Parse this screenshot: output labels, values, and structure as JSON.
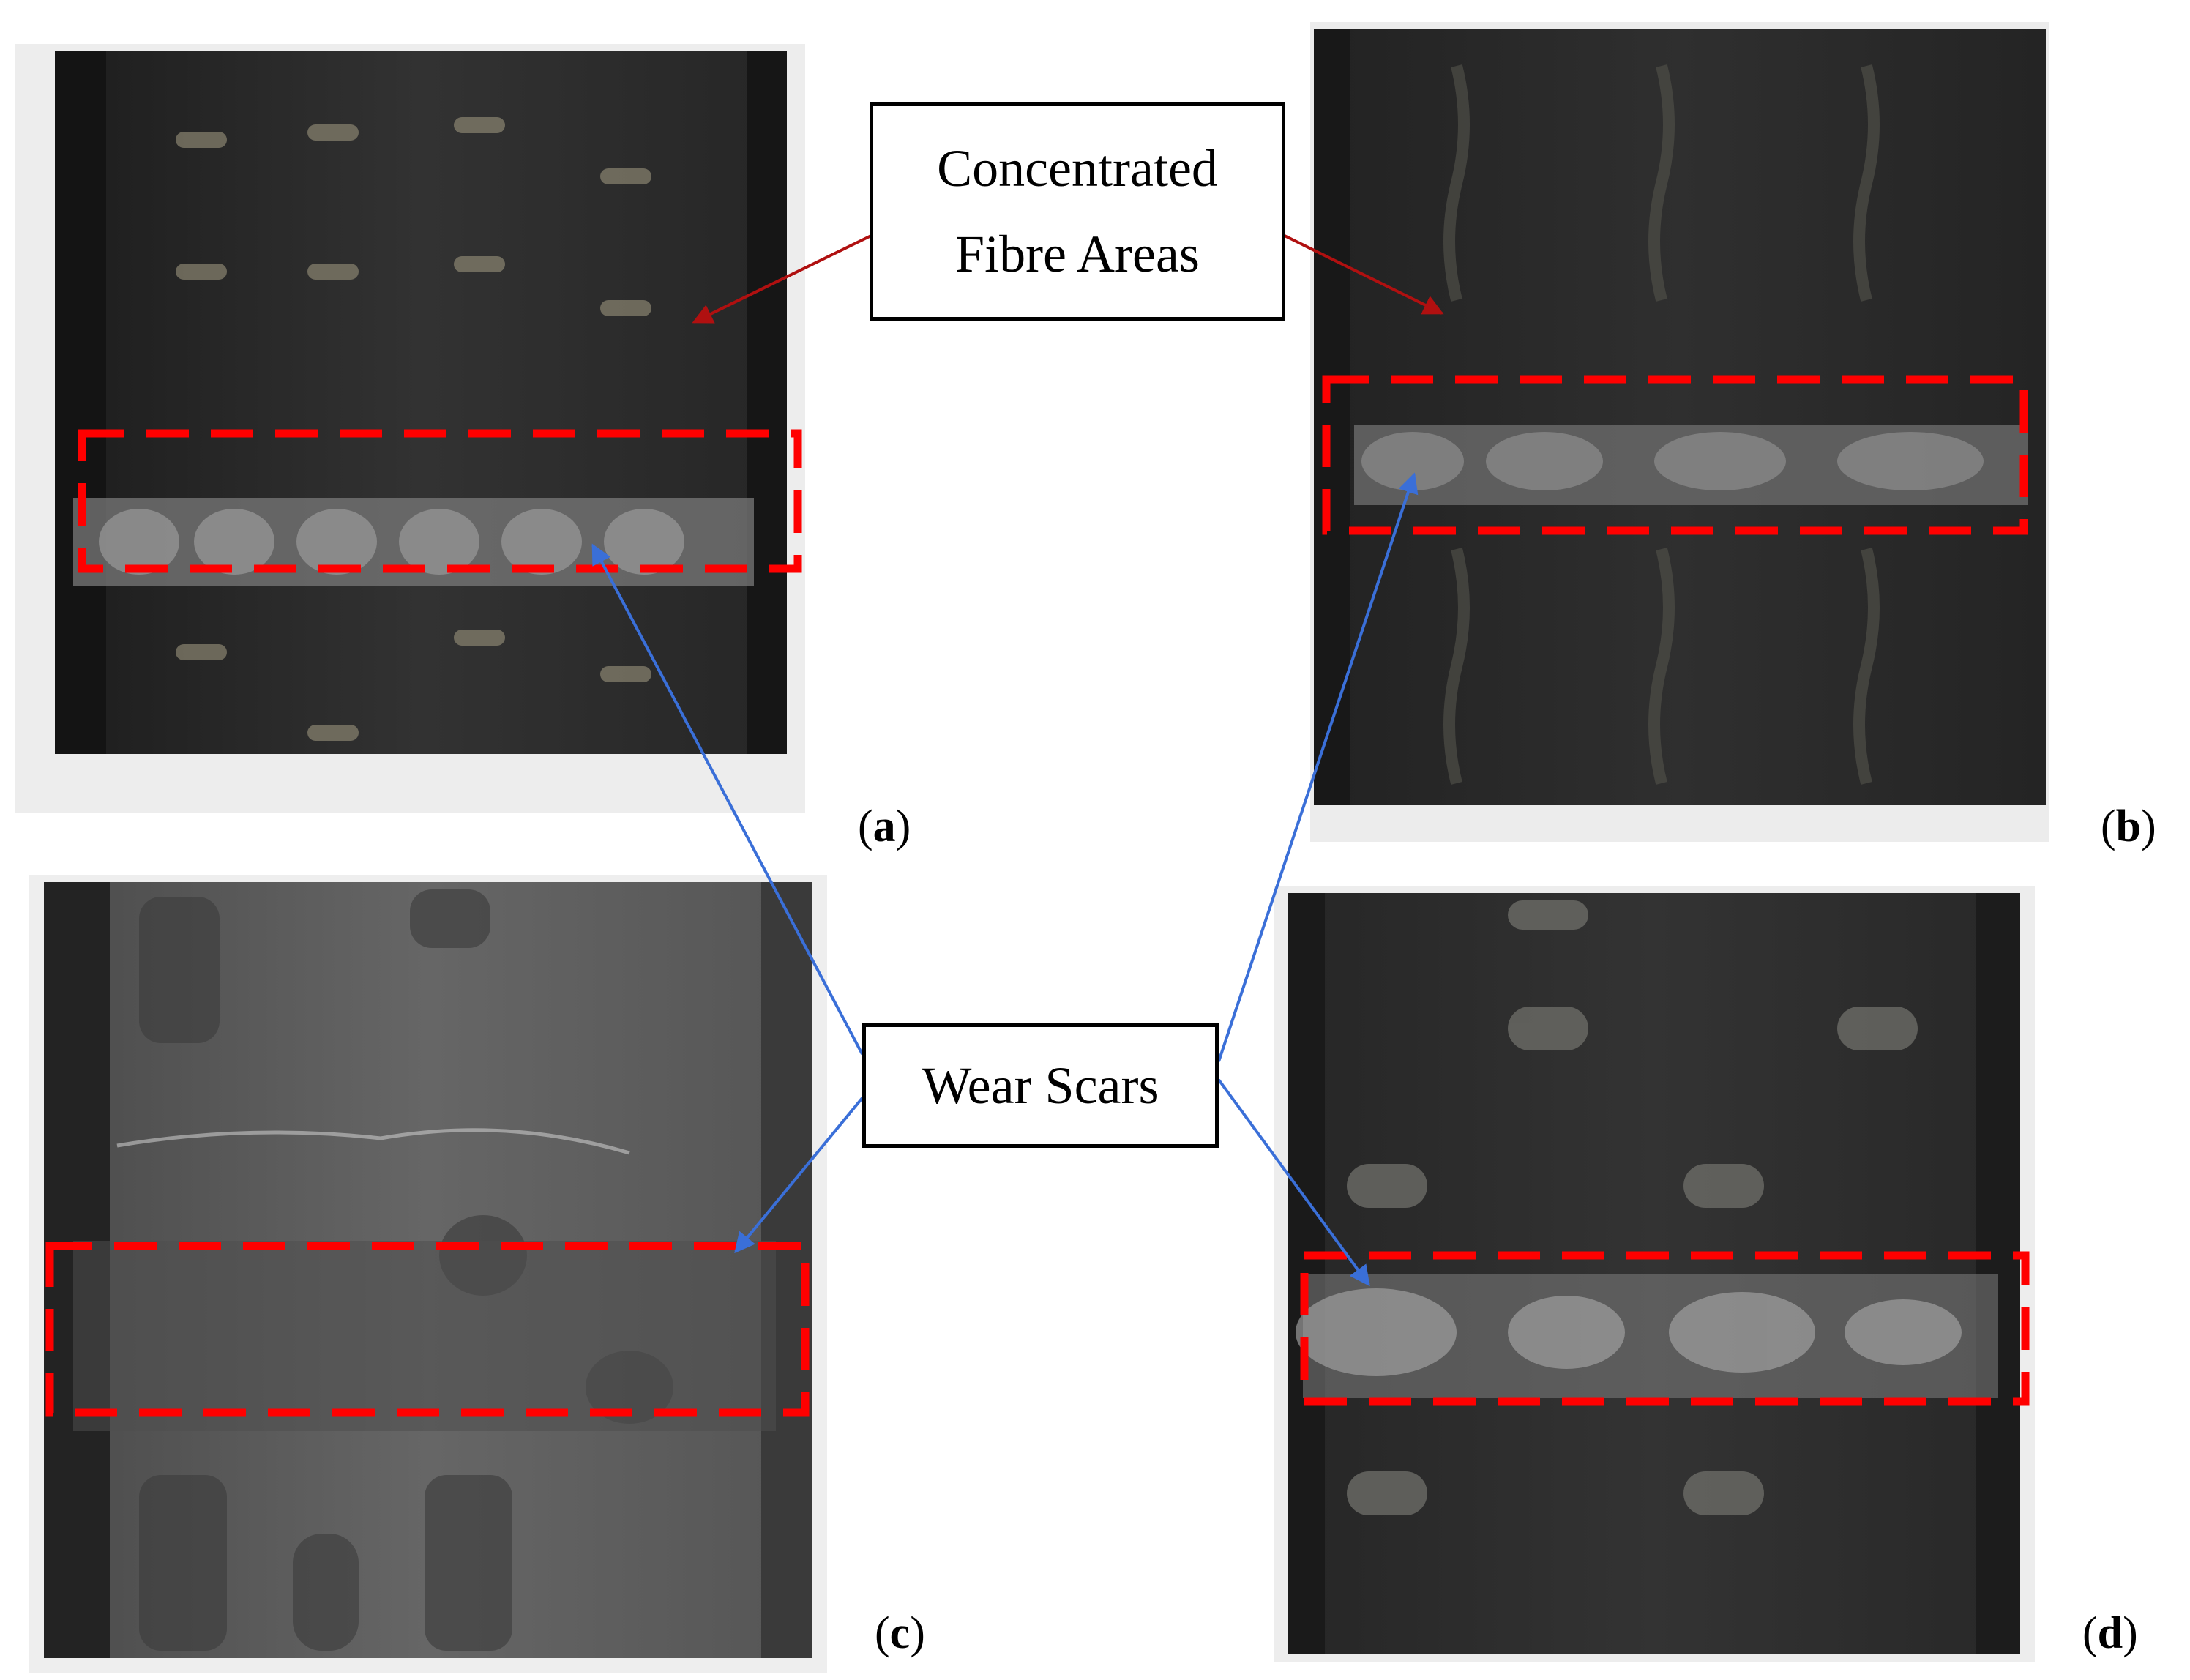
{
  "callouts": {
    "concentrated": {
      "line1": "Concentrated",
      "line2": "Fibre Areas"
    },
    "wear": "Wear Scars"
  },
  "panels": [
    {
      "id": "a",
      "label": "a",
      "description": "composite specimen a"
    },
    {
      "id": "b",
      "label": "b",
      "description": "composite specimen b"
    },
    {
      "id": "c",
      "label": "c",
      "description": "composite specimen c"
    },
    {
      "id": "d",
      "label": "d",
      "description": "composite specimen d"
    }
  ],
  "colors": {
    "highlight_box": "#ff0000",
    "fibre_arrow": "#b01010",
    "wear_arrow": "#3a6fd8",
    "specimen_dark": "#2a2a2a",
    "specimen_grey": "#5a5a5a"
  }
}
